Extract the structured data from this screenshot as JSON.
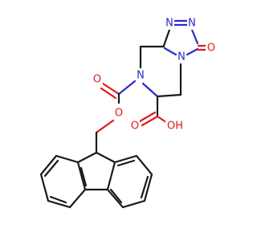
{
  "atom_labels": {
    "n_triazole_1": "N",
    "n_triazole_2": "N",
    "n_bridge": "N",
    "n_piperazine": "N",
    "o_triazolone": "O",
    "o_carbamate_carbonyl": "O",
    "o_carbamate_ester": "O",
    "o_acid_carbonyl": "O",
    "oh_acid": "OH"
  },
  "colors": {
    "carbon_bond": "#1a1a1a",
    "nitrogen": "#2a2acc",
    "oxygen": "#e01a1a"
  }
}
